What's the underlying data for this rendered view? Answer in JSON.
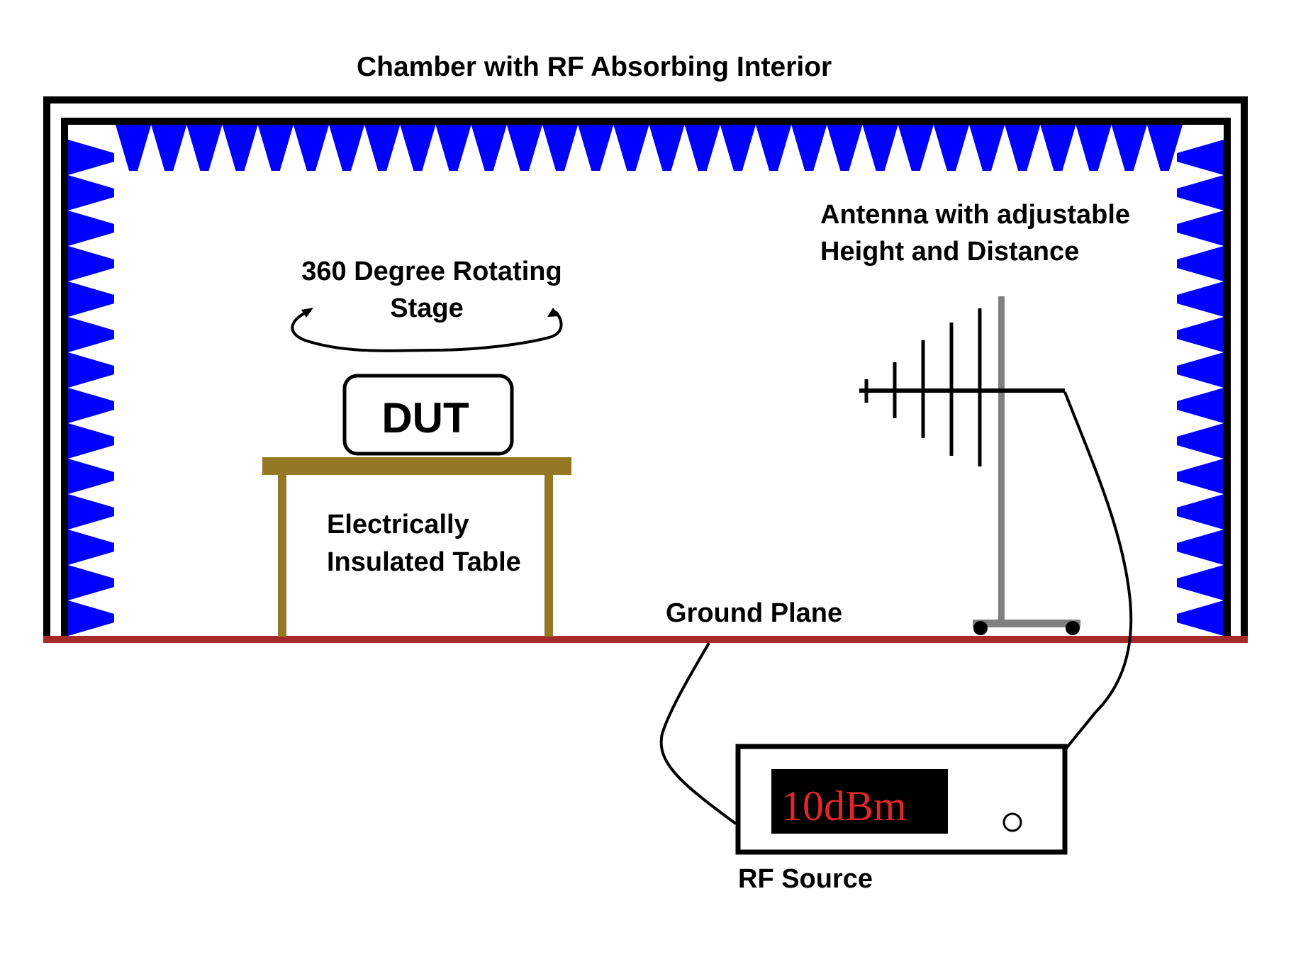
{
  "title": "Chamber with RF Absorbing Interior",
  "labels": {
    "rotating_stage_line1": "360 Degree Rotating",
    "rotating_stage_line2": "Stage",
    "dut": "DUT",
    "table_line1": "Electrically",
    "table_line2": "Insulated Table",
    "antenna_line1": "Antenna with adjustable",
    "antenna_line2": "Height and Distance",
    "ground_plane": "Ground Plane",
    "rf_source": "RF Source"
  },
  "rf_source": {
    "display_value": "10dBm"
  },
  "colors": {
    "absorber": "#0000ff",
    "frame": "#000000",
    "ground_plane": "#a52a2a",
    "table": "#967726",
    "antenna_stand": "#808080",
    "display_bg": "#000000",
    "display_text": "#e0262b"
  },
  "absorber_counts": {
    "top_teeth": 30,
    "left_teeth": 14,
    "right_teeth": 14
  }
}
